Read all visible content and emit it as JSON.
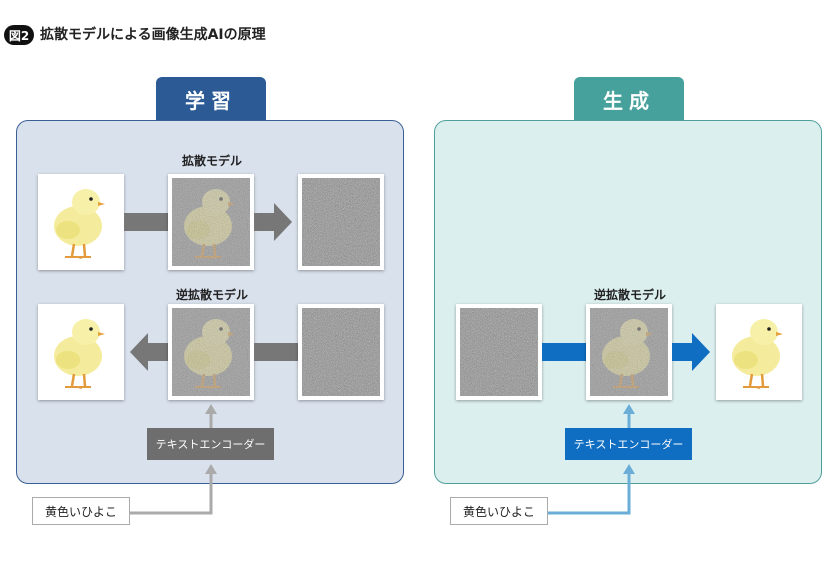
{
  "figure": {
    "badge": "図2",
    "title": "拡散モデルによる画像生成AIの原理"
  },
  "learning": {
    "tab": "学習",
    "forward_label": "拡散モデル",
    "reverse_label": "逆拡散モデル",
    "encoder_label": "テキストエンコーダー",
    "prompt": "黄色いひよこ"
  },
  "generation": {
    "tab": "生成",
    "reverse_label": "逆拡散モデル",
    "encoder_label": "テキストエンコーダー",
    "prompt": "黄色いひよこ"
  },
  "colors": {
    "learn_panel_border": "#3a5f95",
    "learn_tab": "#2b5a95",
    "gen_panel_border": "#4fa09b",
    "gen_tab": "#46a09b",
    "gray_arrow": "#777777",
    "blue_arrow": "#0f6ec2",
    "gray_line": "#aaaaaa",
    "blue_line": "#6aaed8"
  }
}
